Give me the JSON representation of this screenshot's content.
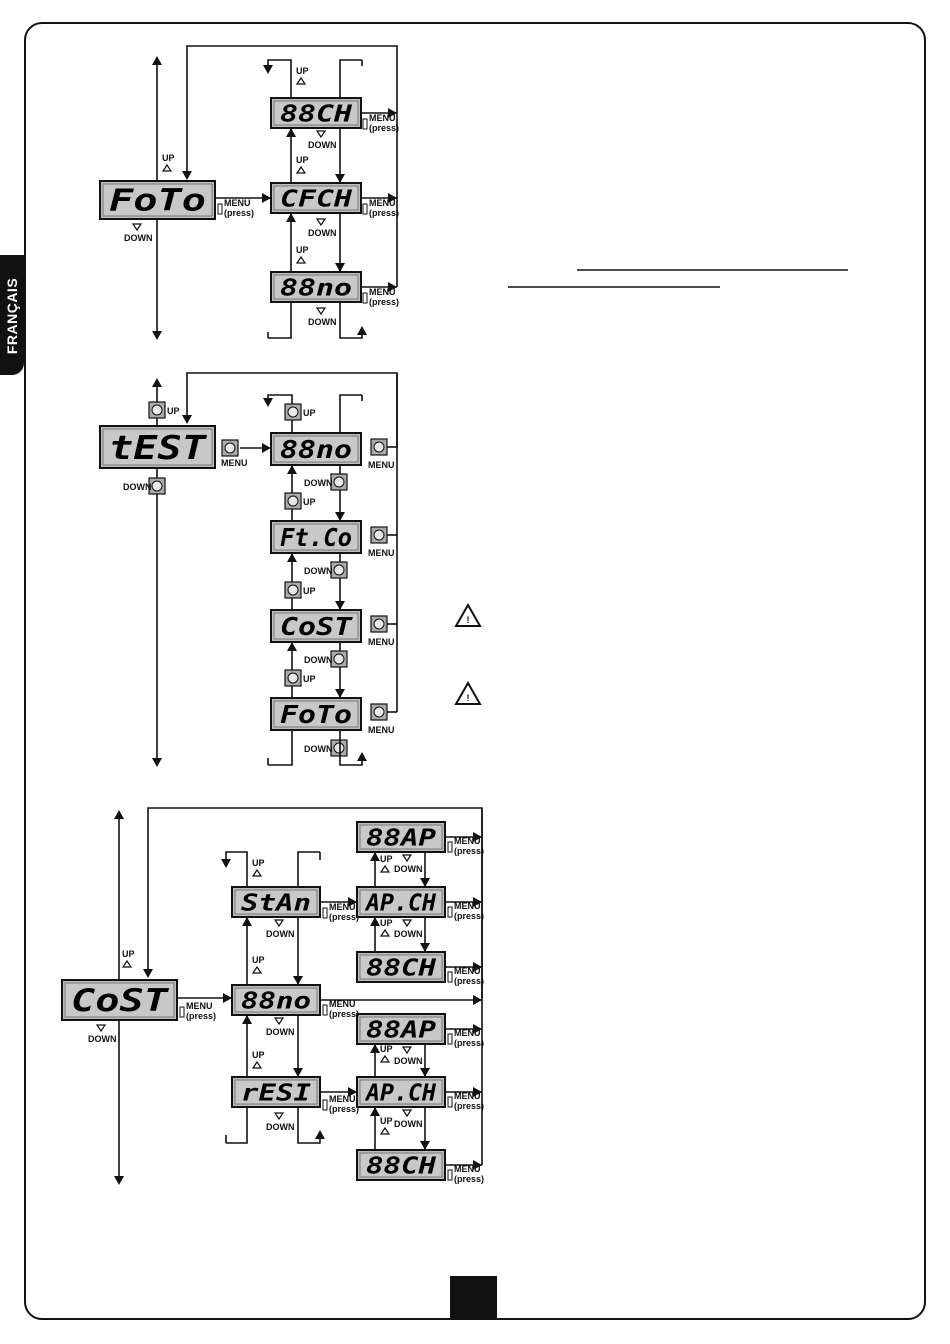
{
  "side_tab": {
    "label": "FRANÇAIS"
  },
  "labels": {
    "up": "UP",
    "down": "DOWN",
    "menu": "MENU",
    "press": "(press)"
  },
  "diagram_foto": {
    "main": "FoTo",
    "items": [
      "88CH",
      "CFCH",
      "88no"
    ]
  },
  "diagram_test": {
    "main": "tEST",
    "items": [
      "88no",
      "Ft.Co",
      "CoST",
      "FoTo"
    ]
  },
  "diagram_cost": {
    "main": "CoST",
    "middle": [
      "StAn",
      "88no",
      "rESI"
    ],
    "stan_sub": [
      "88AP",
      "AP.CH",
      "88CH"
    ],
    "resi_sub": [
      "88AP",
      "AP.CH",
      "88CH"
    ]
  },
  "warning_icons": [
    "warning-triangle-icon",
    "warning-triangle-icon"
  ]
}
